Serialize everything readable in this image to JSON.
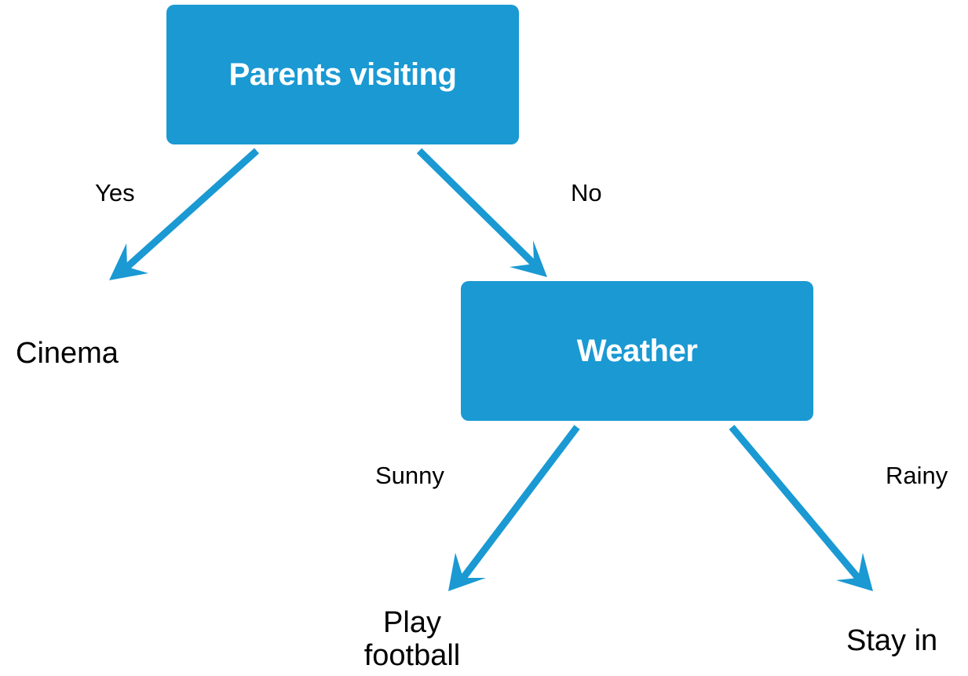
{
  "colors": {
    "node_fill": "#1a99d3",
    "node_text": "#ffffff",
    "arrow": "#1a99d3",
    "text": "#000000",
    "background": "#ffffff"
  },
  "nodes": {
    "parents_visiting": {
      "label": "Parents visiting"
    },
    "weather": {
      "label": "Weather"
    }
  },
  "edges": {
    "yes": {
      "label": "Yes",
      "from": "Parents visiting",
      "to": "Cinema"
    },
    "no": {
      "label": "No",
      "from": "Parents visiting",
      "to": "Weather"
    },
    "sunny": {
      "label": "Sunny",
      "from": "Weather",
      "to": "Play football"
    },
    "rainy": {
      "label": "Rainy",
      "from": "Weather",
      "to": "Stay in"
    }
  },
  "leaves": {
    "cinema": {
      "label": "Cinema"
    },
    "play_football": {
      "line1": "Play",
      "line2": "football"
    },
    "stay_in": {
      "label": "Stay in"
    }
  }
}
